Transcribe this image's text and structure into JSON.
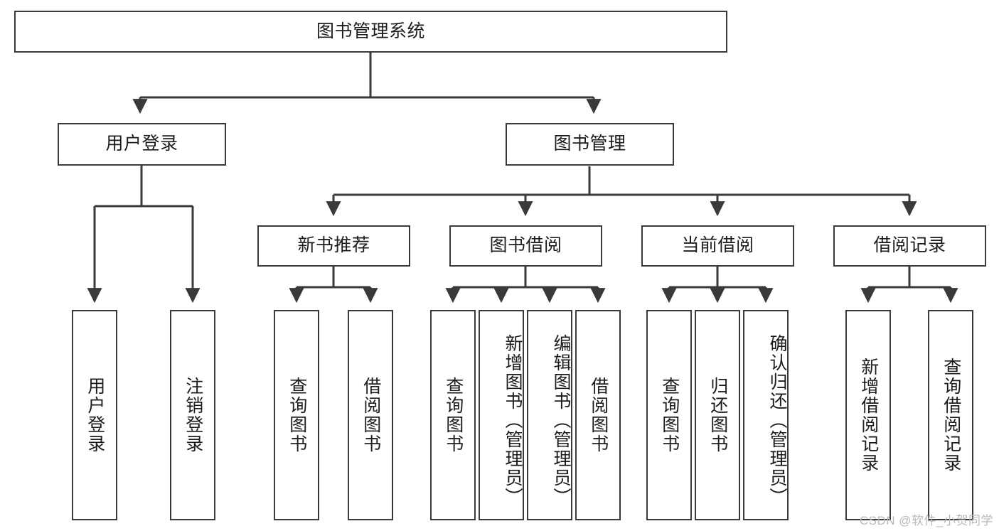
{
  "diagram": {
    "title": "图书管理系统",
    "watermark": "CSDN @软件_小贺同学",
    "colors": {
      "box_border": "#3a3a3a",
      "connector": "#3a3a3a",
      "text": "#1c1c1c",
      "background": "#ffffff",
      "watermark": "#b9b9b9"
    },
    "nodes": {
      "root": {
        "label": "图书管理系统",
        "level": 1,
        "orientation": "horizontal"
      },
      "l2": [
        {
          "label": "用户登录",
          "level": 2,
          "orientation": "horizontal"
        },
        {
          "label": "图书管理",
          "level": 2,
          "orientation": "horizontal"
        }
      ],
      "l3": [
        {
          "label": "新书推荐",
          "level": 3,
          "orientation": "horizontal",
          "parent": "图书管理"
        },
        {
          "label": "图书借阅",
          "level": 3,
          "orientation": "horizontal",
          "parent": "图书管理"
        },
        {
          "label": "当前借阅",
          "level": 3,
          "orientation": "horizontal",
          "parent": "图书管理"
        },
        {
          "label": "借阅记录",
          "level": 3,
          "orientation": "horizontal",
          "parent": "图书管理"
        }
      ],
      "leaves": [
        {
          "label": "用户登录",
          "parent": "用户登录",
          "orientation": "vertical"
        },
        {
          "label": "注销登录",
          "parent": "用户登录",
          "orientation": "vertical"
        },
        {
          "label": "查询图书",
          "parent": "新书推荐",
          "orientation": "vertical"
        },
        {
          "label": "借阅图书",
          "parent": "新书推荐",
          "orientation": "vertical"
        },
        {
          "label": "查询图书",
          "parent": "图书借阅",
          "orientation": "vertical"
        },
        {
          "label": "新增图书（管理员）",
          "parent": "图书借阅",
          "orientation": "vertical"
        },
        {
          "label": "编辑图书（管理员）",
          "parent": "图书借阅",
          "orientation": "vertical"
        },
        {
          "label": "借阅图书",
          "parent": "图书借阅",
          "orientation": "vertical"
        },
        {
          "label": "查询图书",
          "parent": "当前借阅",
          "orientation": "vertical"
        },
        {
          "label": "归还图书",
          "parent": "当前借阅",
          "orientation": "vertical"
        },
        {
          "label": "确认归还（管理员）",
          "parent": "当前借阅",
          "orientation": "vertical"
        },
        {
          "label": "新增借阅记录",
          "parent": "借阅记录",
          "orientation": "vertical"
        },
        {
          "label": "查询借阅记录",
          "parent": "借阅记录",
          "orientation": "vertical"
        }
      ]
    }
  }
}
